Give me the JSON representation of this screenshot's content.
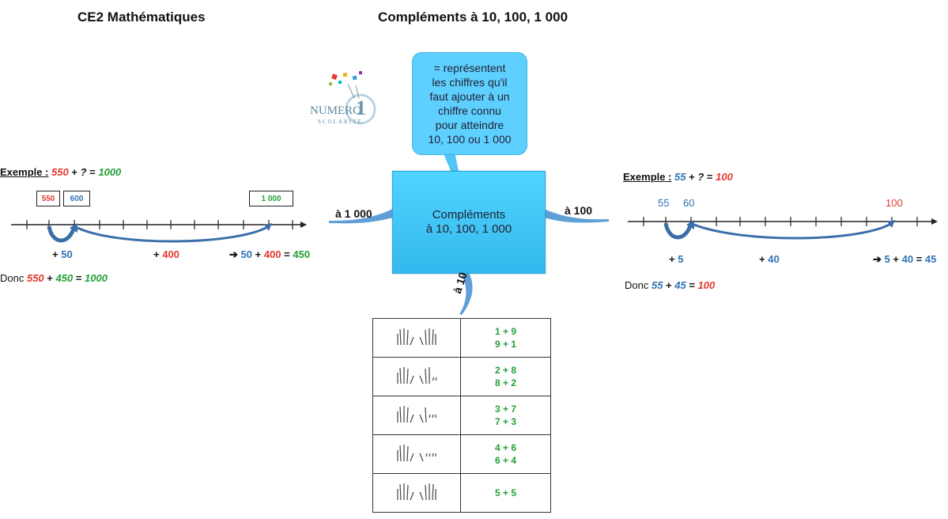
{
  "header": {
    "left_title": "CE2 Mathématiques",
    "center_title": "Compléments à 10, 100, 1 000"
  },
  "logo": {
    "line1": "NUMERO",
    "digit": "1",
    "line2": "SCOLARITE"
  },
  "callout": {
    "lines": [
      "= représentent",
      "les chiffres qu'il",
      "faut ajouter à un",
      "chiffre connu",
      "pour atteindre",
      "10, 100 ou 1 000"
    ]
  },
  "central": {
    "line1": "Compléments",
    "line2": "à 10, 100, 1 000"
  },
  "branches": {
    "left": "à 1 000",
    "right": "à 100",
    "bottom": "à 10"
  },
  "left_example": {
    "label": "Exemple :",
    "eq_a": "550",
    "eq_plus": " + ",
    "eq_q": "?",
    "eq_eq": " = ",
    "eq_res": "1000",
    "box1": "550",
    "box2": "600",
    "box3": "1 000",
    "jump1_plus": "+ ",
    "jump1_val": "50",
    "jump2_plus": "+ ",
    "jump2_val": "400",
    "arrow": "➔",
    "sum_a": "50",
    "sum_plus": " + ",
    "sum_b": "400",
    "sum_eq": " = ",
    "sum_res": "450",
    "donc": "Donc ",
    "d_a": "550",
    "d_plus": " + ",
    "d_b": "450",
    "d_eq": " = ",
    "d_res": "1000"
  },
  "right_example": {
    "label": "Exemple :",
    "eq_a": "55",
    "eq_plus": " + ",
    "eq_q": "?",
    "eq_eq": " = ",
    "eq_res": "100",
    "tick1": "55",
    "tick2": "60",
    "tick3": "100",
    "jump1_plus": "+ ",
    "jump1_val": "5",
    "jump2_plus": "+ ",
    "jump2_val": "40",
    "arrow": "➔",
    "sum_a": "5",
    "sum_plus": " + ",
    "sum_b": "40",
    "sum_eq": " = ",
    "sum_res": "45",
    "donc": "Donc ",
    "d_a": "55",
    "d_plus": " + ",
    "d_b": "45",
    "d_eq": " = ",
    "d_res": "100"
  },
  "table": {
    "rows": [
      {
        "a": "1 + 9",
        "b": "9 + 1"
      },
      {
        "a": "2 + 8",
        "b": "8 + 2"
      },
      {
        "a": "3 + 7",
        "b": "7 + 3"
      },
      {
        "a": "4 + 6",
        "b": "6 + 4"
      },
      {
        "a": "5 + 5",
        "b": ""
      }
    ]
  },
  "colors": {
    "red": "#e23a2e",
    "green": "#22a038",
    "blue": "#2f73b6",
    "box_blue": "#4fd3ff",
    "callout_blue": "#5ed0ff"
  }
}
